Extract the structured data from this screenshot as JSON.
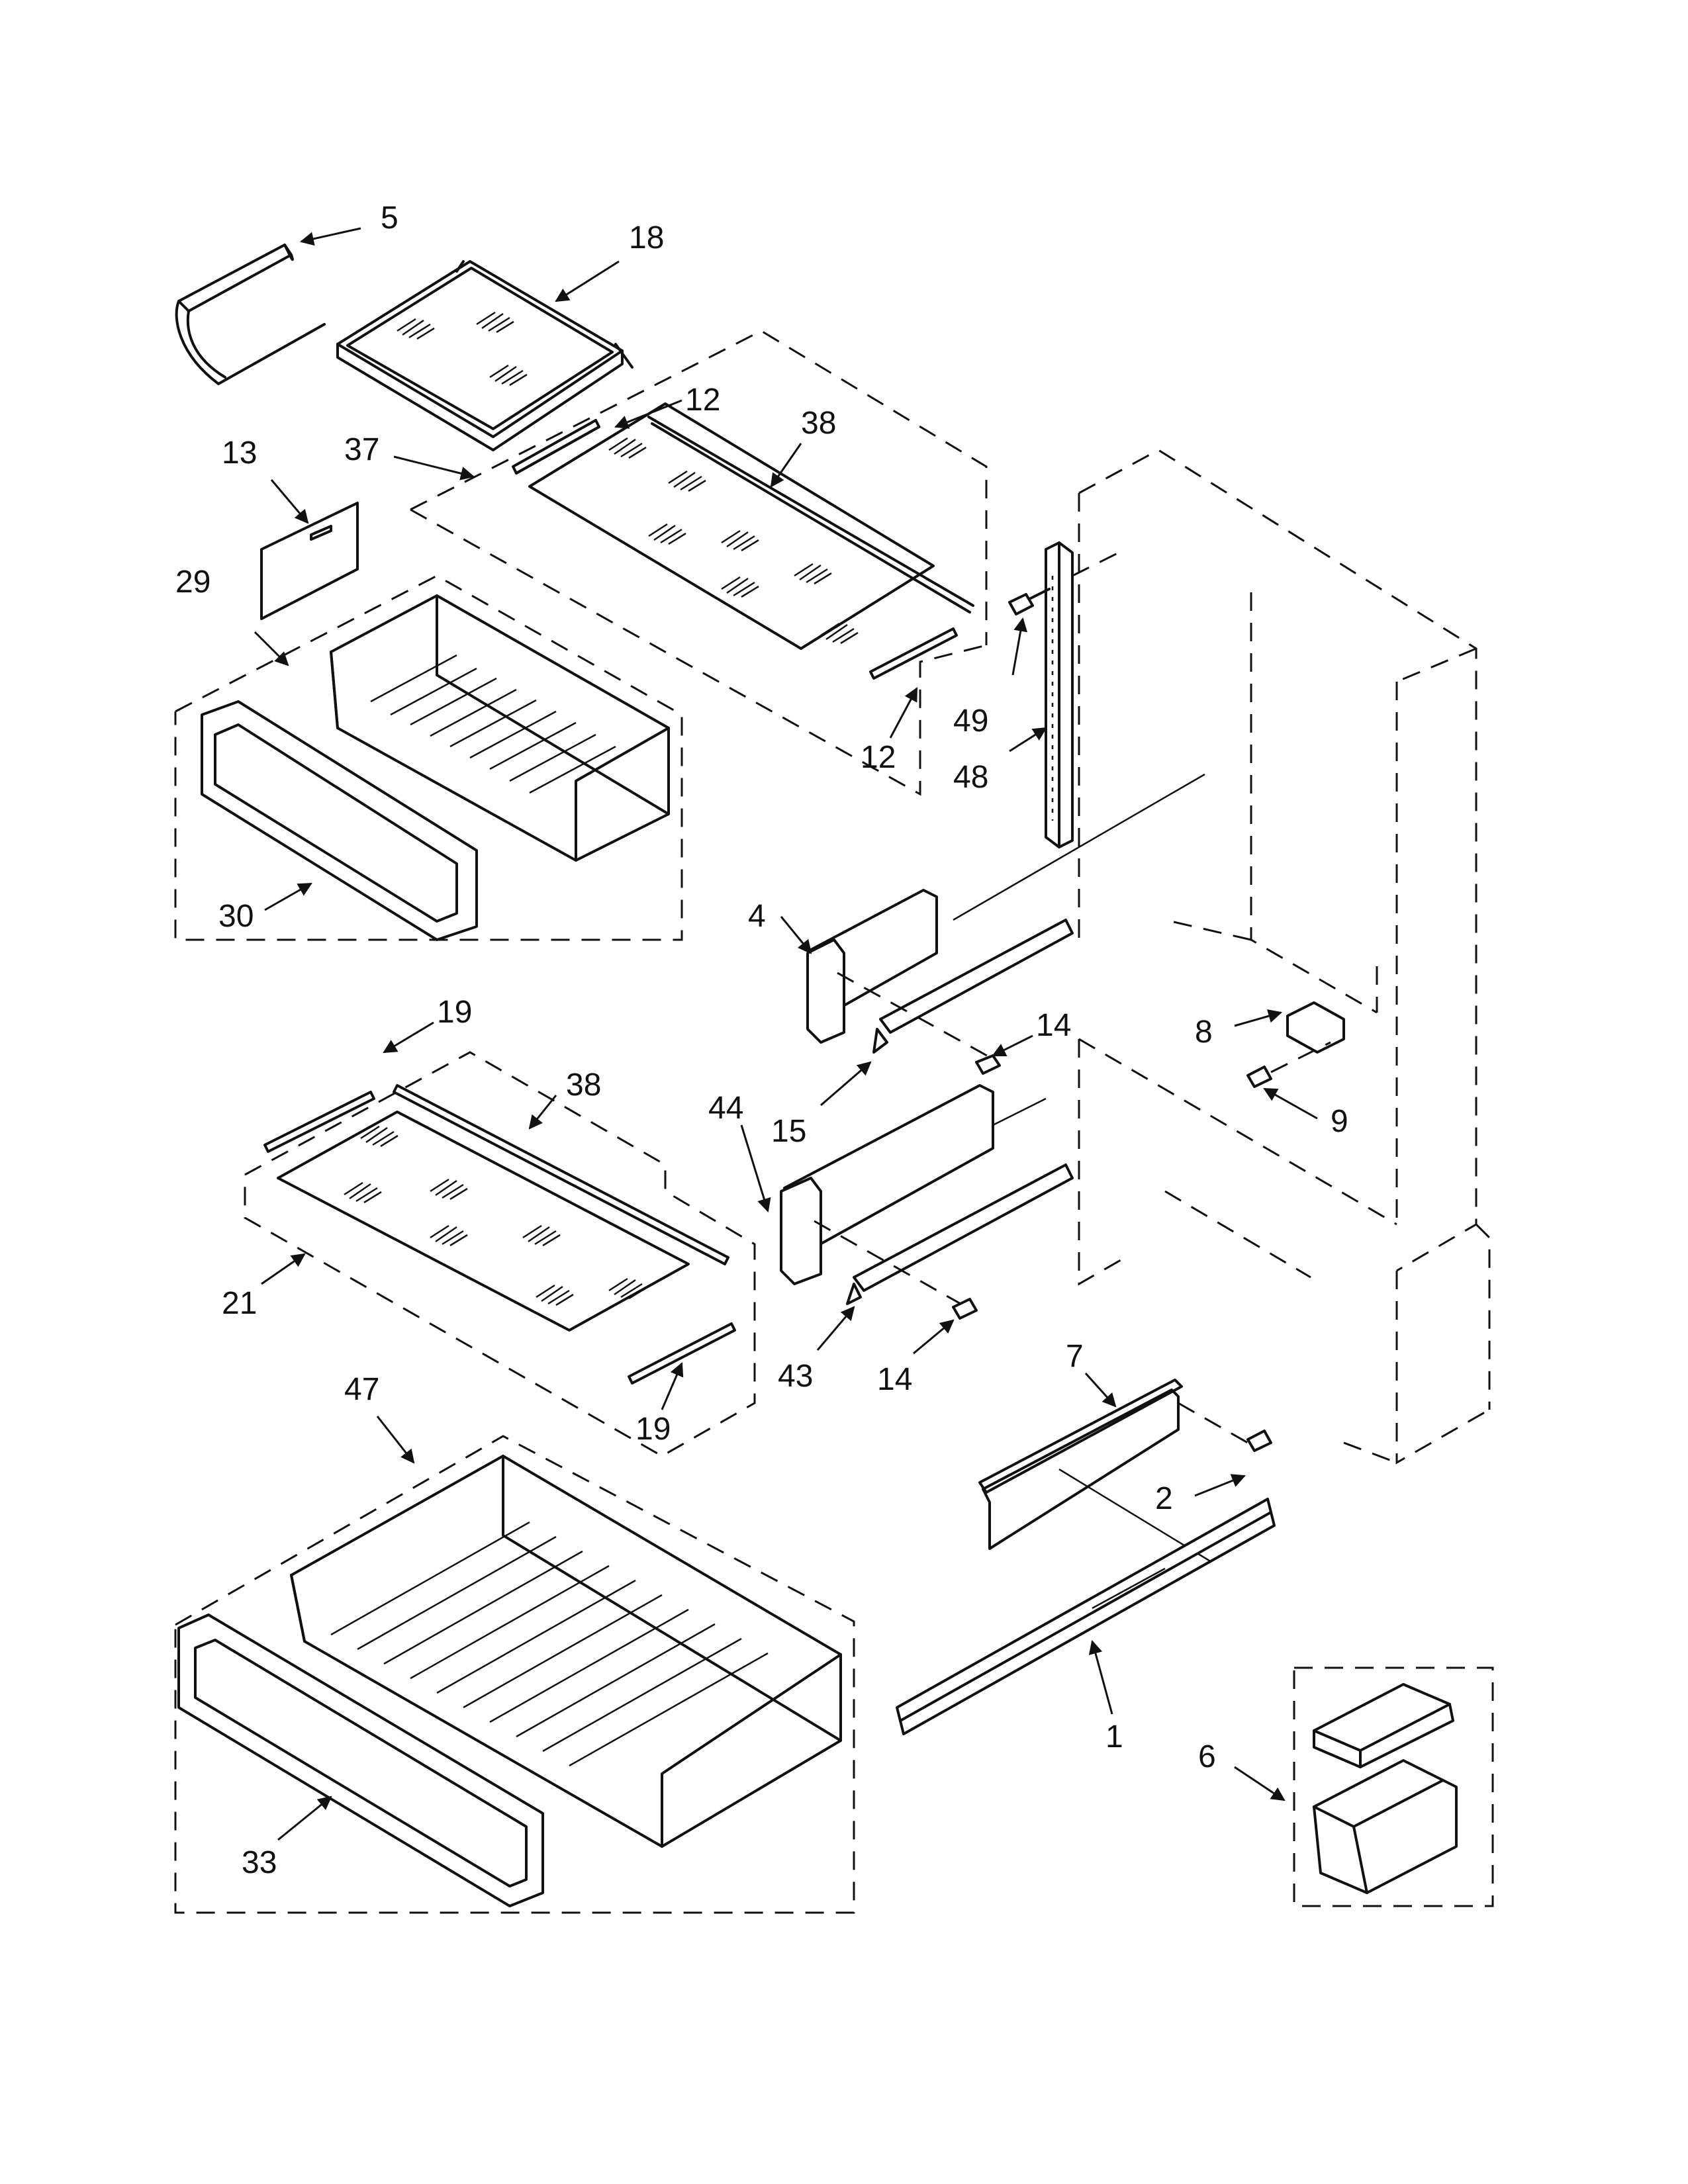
{
  "diagram": {
    "callouts": [
      {
        "id": "c5",
        "text": "5"
      },
      {
        "id": "c18",
        "text": "18"
      },
      {
        "id": "c12a",
        "text": "12"
      },
      {
        "id": "c38a",
        "text": "38"
      },
      {
        "id": "c37",
        "text": "37"
      },
      {
        "id": "c13",
        "text": "13"
      },
      {
        "id": "c29",
        "text": "29"
      },
      {
        "id": "c49",
        "text": "49"
      },
      {
        "id": "c12b",
        "text": "12"
      },
      {
        "id": "c48",
        "text": "48"
      },
      {
        "id": "c30",
        "text": "30"
      },
      {
        "id": "c4",
        "text": "4"
      },
      {
        "id": "c14a",
        "text": "14"
      },
      {
        "id": "c8",
        "text": "8"
      },
      {
        "id": "c19a",
        "text": "19"
      },
      {
        "id": "c38b",
        "text": "38"
      },
      {
        "id": "c44",
        "text": "44"
      },
      {
        "id": "c15",
        "text": "15"
      },
      {
        "id": "c9",
        "text": "9"
      },
      {
        "id": "c21",
        "text": "21"
      },
      {
        "id": "c43",
        "text": "43"
      },
      {
        "id": "c14b",
        "text": "14"
      },
      {
        "id": "c19b",
        "text": "19"
      },
      {
        "id": "c47",
        "text": "47"
      },
      {
        "id": "c7",
        "text": "7"
      },
      {
        "id": "c2",
        "text": "2"
      },
      {
        "id": "c1",
        "text": "1"
      },
      {
        "id": "c6",
        "text": "6"
      },
      {
        "id": "c33",
        "text": "33"
      }
    ]
  }
}
